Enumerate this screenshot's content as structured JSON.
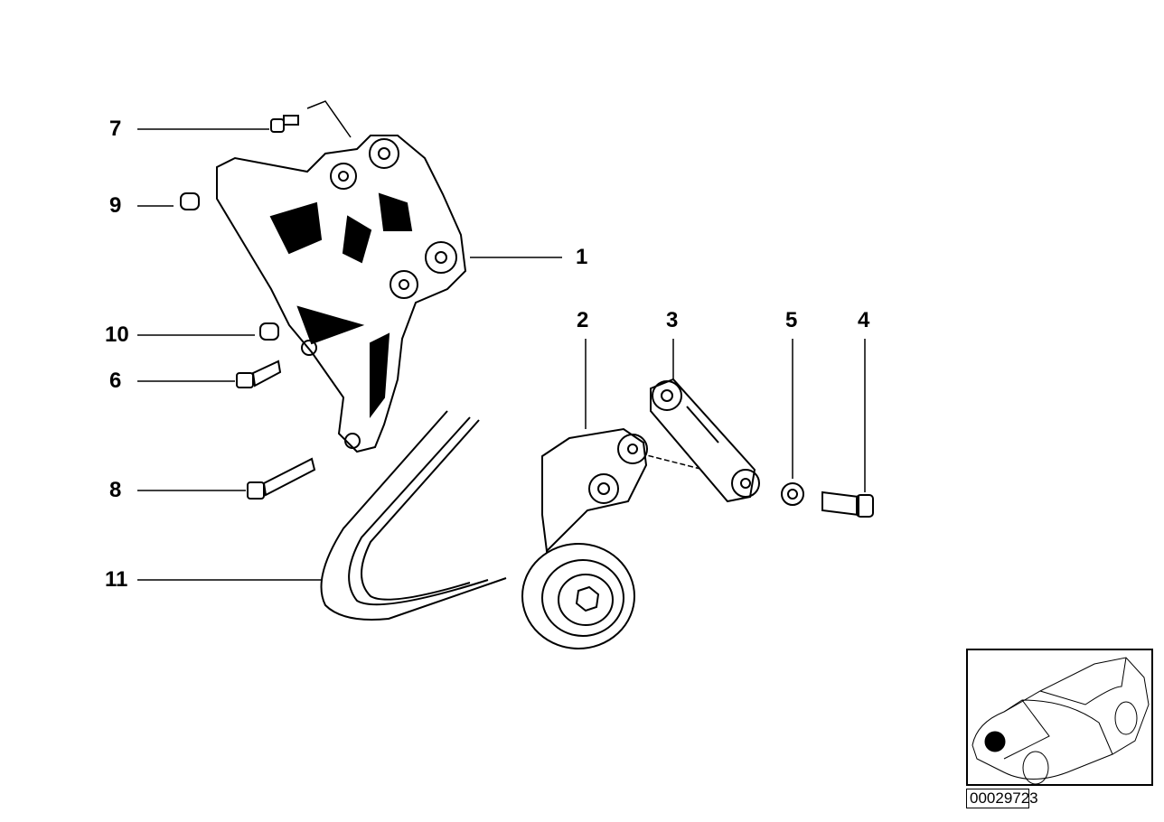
{
  "diagram": {
    "callouts": [
      {
        "id": "7",
        "label": "7"
      },
      {
        "id": "9",
        "label": "9"
      },
      {
        "id": "1",
        "label": "1"
      },
      {
        "id": "10",
        "label": "10"
      },
      {
        "id": "6",
        "label": "6"
      },
      {
        "id": "8",
        "label": "8"
      },
      {
        "id": "11",
        "label": "11"
      },
      {
        "id": "2",
        "label": "2"
      },
      {
        "id": "3",
        "label": "3"
      },
      {
        "id": "5",
        "label": "5"
      },
      {
        "id": "4",
        "label": "4"
      }
    ],
    "reference_number": "00029723",
    "locator_icon": "car-front-locator-icon"
  }
}
